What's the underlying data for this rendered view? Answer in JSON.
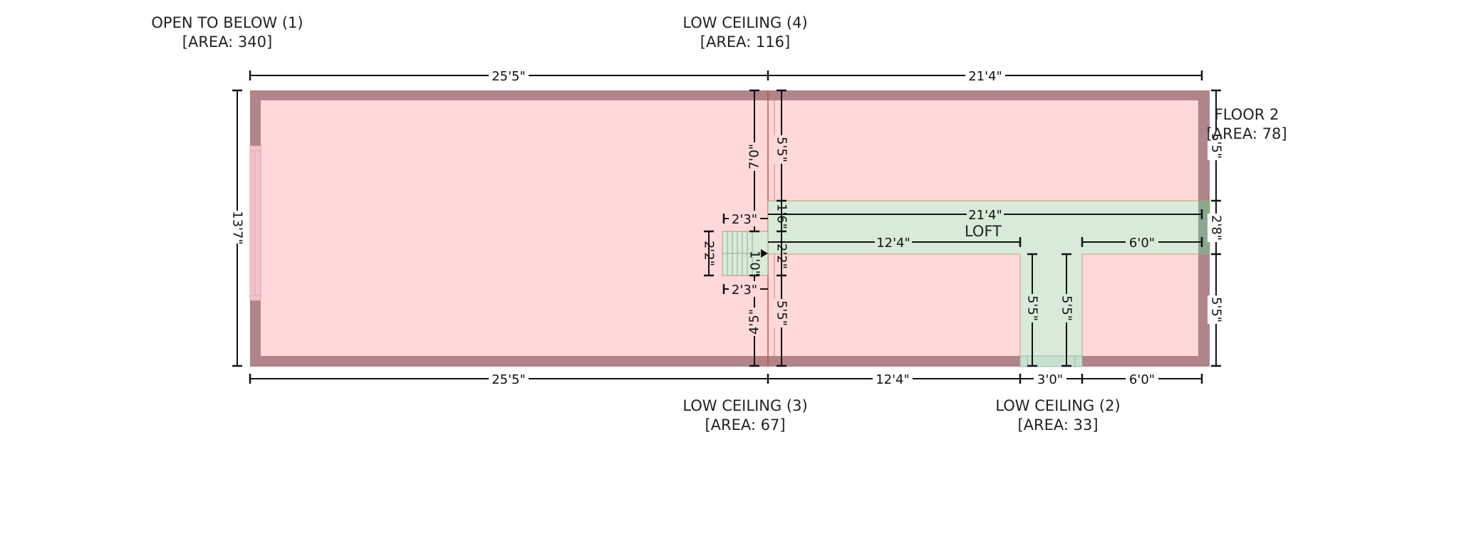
{
  "colors": {
    "wall": "#b08488",
    "room_fill": "#ffd8da",
    "room_stroke": "#d06060",
    "loft_fill": "#d8ebd8",
    "loft_stroke": "#c2a070",
    "dim_line": "#111111"
  },
  "labels": {
    "open_to_below": {
      "name": "OPEN TO BELOW (1)",
      "area": "[AREA: 340]"
    },
    "low_ceiling_4": {
      "name": "LOW CEILING (4)",
      "area": "[AREA: 116]"
    },
    "floor_2": {
      "name": "FLOOR 2",
      "area": "[AREA: 78]"
    },
    "low_ceiling_3": {
      "name": "LOW CEILING (3)",
      "area": "[AREA: 67]"
    },
    "low_ceiling_2": {
      "name": "LOW CEILING (2)",
      "area": "[AREA: 33]"
    },
    "loft": "LOFT"
  },
  "dimensions": {
    "top_left": "25'5\"",
    "top_right": "21'4\"",
    "bottom_left": "25'5\"",
    "bottom_mid": "12'4\"",
    "bottom_door": "3'0\"",
    "bottom_right": "6'0\"",
    "left_height": "13'7\"",
    "right_upper": "5'5\"",
    "right_mid": "2'8\"",
    "right_lower": "5'5\"",
    "stair_upper_run": "7'0\"",
    "stair_lower_run": "4'5\"",
    "corridor_upper": "5'5\"",
    "corridor_lower": "5'5\"",
    "gap_upper": "1'6\"",
    "gap_mid": "2'2\"",
    "stair_height": "2'2\"",
    "stair_width_top": "2'3\"",
    "stair_width_bottom": "2'3\"",
    "stair_step": "1'0\"",
    "loft_length": "21'4\"",
    "loft_left_run": "12'4\"",
    "loft_right_run": "6'0\"",
    "stem_left": "5'5\"",
    "stem_right": "5'5\""
  }
}
